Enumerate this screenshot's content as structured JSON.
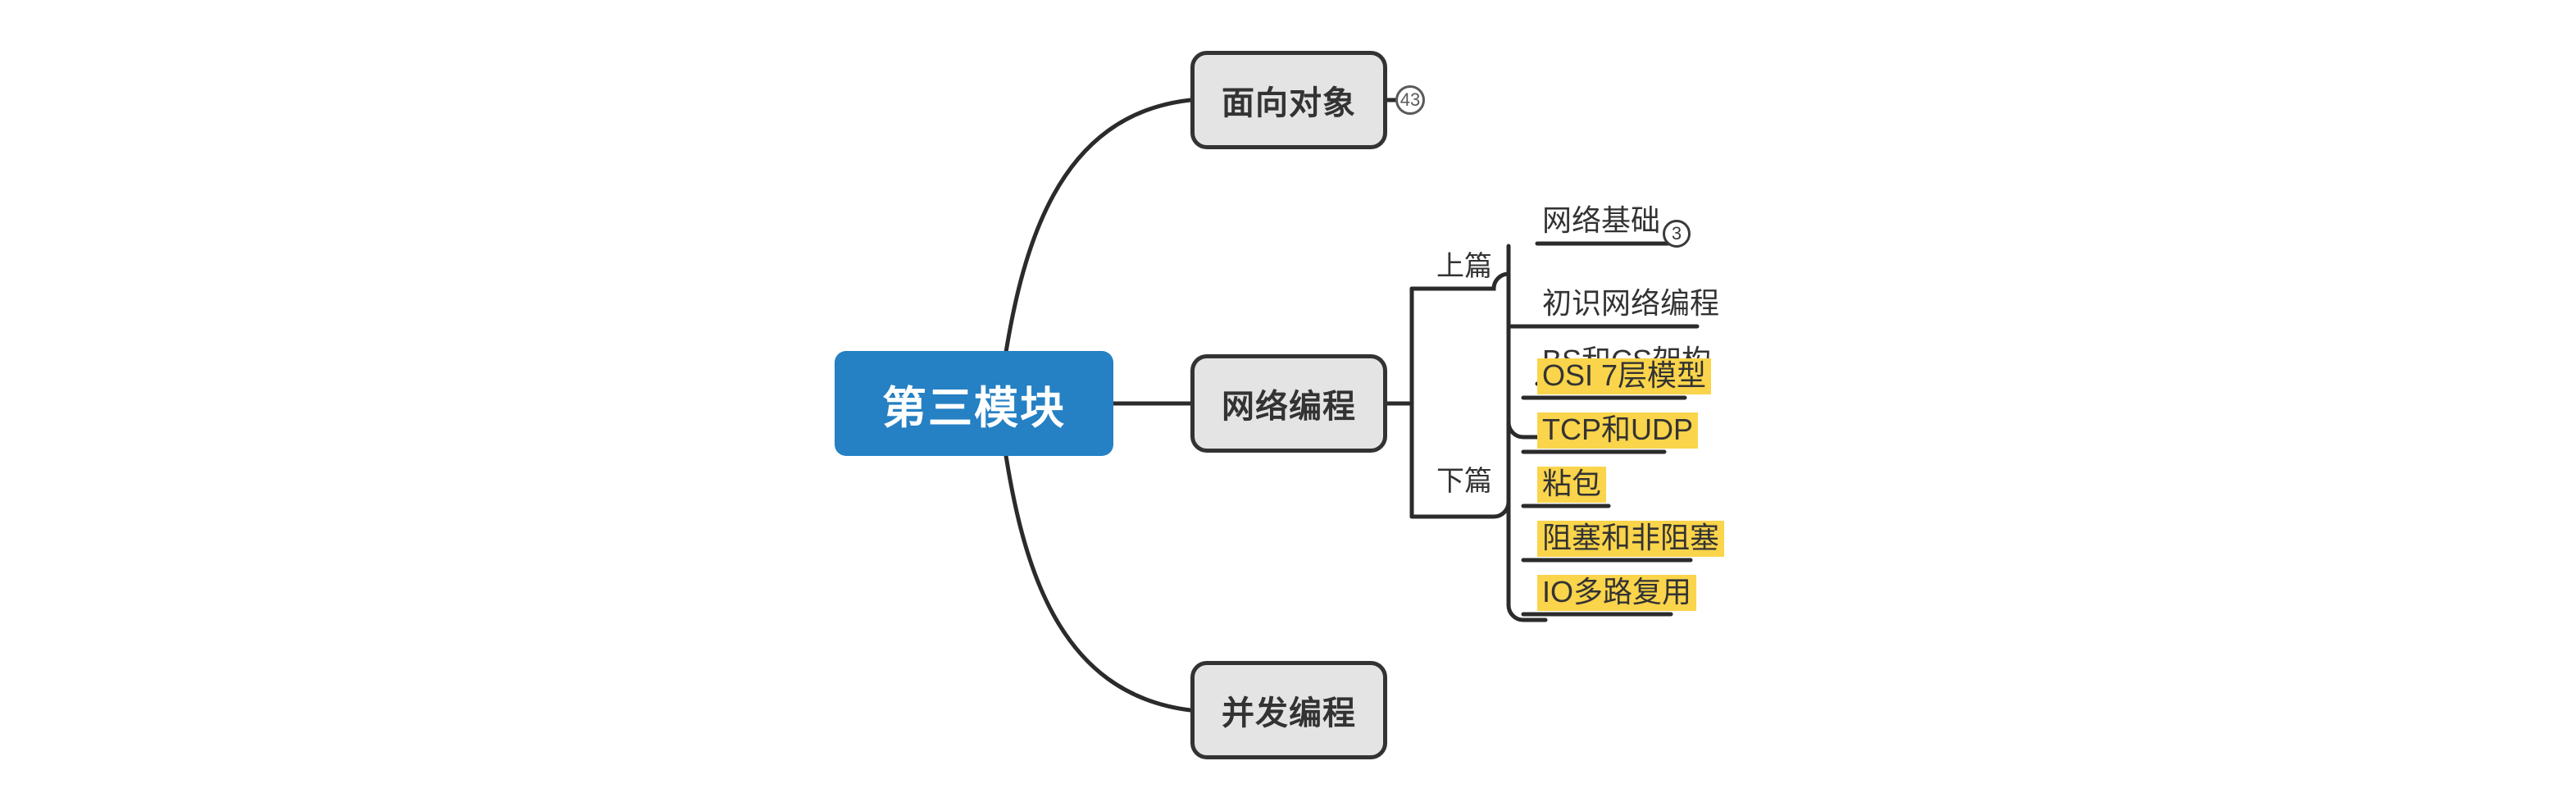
{
  "diagram": {
    "type": "mindmap",
    "title": "第三模块",
    "colors": {
      "root_fill": "#2580C4",
      "root_text": "#ffffff",
      "branch_fill": "#E4E4E4",
      "branch_border": "#333333",
      "highlight": "#FAD44B",
      "text": "#333333",
      "edge": "#2b2b2b",
      "background": "#ffffff"
    }
  },
  "root": {
    "label": "第三模块"
  },
  "branches": [
    {
      "id": "oop",
      "label": "面向对象",
      "badge": "43"
    },
    {
      "id": "network",
      "label": "网络编程"
    },
    {
      "id": "concurrency",
      "label": "并发编程"
    }
  ],
  "network_groups": [
    {
      "id": "upper",
      "label": "上篇",
      "items": [
        {
          "label": "网络基础",
          "highlight": false,
          "badge": "3"
        },
        {
          "label": "初识网络编程",
          "highlight": false,
          "badge": null
        },
        {
          "label": "BS和CS架构",
          "highlight": false,
          "badge": null
        }
      ]
    },
    {
      "id": "lower",
      "label": "下篇",
      "items": [
        {
          "label": "OSI 7层模型",
          "highlight": true,
          "badge": null
        },
        {
          "label": "TCP和UDP",
          "highlight": true,
          "badge": null
        },
        {
          "label": "粘包",
          "highlight": true,
          "badge": null
        },
        {
          "label": "阻塞和非阻塞",
          "highlight": true,
          "badge": null
        },
        {
          "label": "IO多路复用",
          "highlight": true,
          "badge": null
        }
      ]
    }
  ]
}
